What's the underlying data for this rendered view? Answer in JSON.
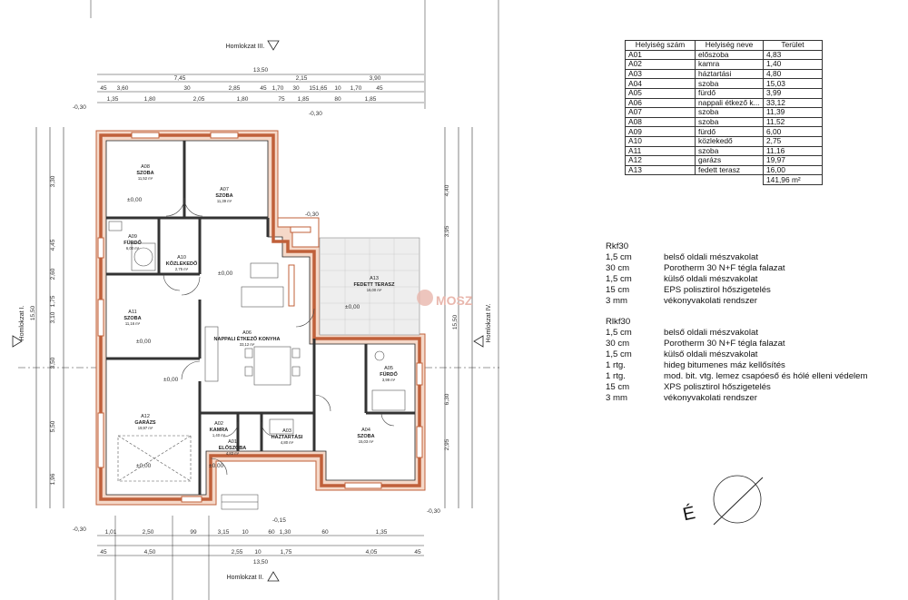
{
  "labels": {
    "elevation_top": "Homlokzat III.",
    "elevation_bottom": "Homlokzat II.",
    "elevation_left": "Homlokzat I.",
    "elevation_right": "Homlokzat IV."
  },
  "rooms": [
    {
      "code": "A08",
      "name": "SZOBA",
      "area": "11,52 m²"
    },
    {
      "code": "A07",
      "name": "SZOBA",
      "area": "11,39 m²"
    },
    {
      "code": "A09",
      "name": "FÜRDŐ",
      "area": "6,00 m²"
    },
    {
      "code": "A10",
      "name": "KÖZLEKEDŐ",
      "area": "2,75 m²"
    },
    {
      "code": "A11",
      "name": "SZOBA",
      "area": "11,16 m²"
    },
    {
      "code": "A06",
      "name": "NAPPALI ÉTKEZŐ KONYHA",
      "area": "33,12 m²"
    },
    {
      "code": "A13",
      "name": "FEDETT TERASZ",
      "area": "16,00 m²"
    },
    {
      "code": "A05",
      "name": "FÜRDŐ",
      "area": "3,99 m²"
    },
    {
      "code": "A12",
      "name": "GARÁZS",
      "area": "19,97 m²"
    },
    {
      "code": "A02",
      "name": "KAMRA",
      "area": "1,40 m²"
    },
    {
      "code": "A03",
      "name": "HÁZTARTÁSI",
      "area": "4,80 m²"
    },
    {
      "code": "A01",
      "name": "ELŐSZOBA",
      "area": "4,83 m²"
    },
    {
      "code": "A04",
      "name": "SZOBA",
      "area": "15,03 m²"
    }
  ],
  "dims": {
    "top_total": "13,50",
    "top_row2": [
      "7,45",
      "2,15",
      "3,90"
    ],
    "top_row3": [
      "45",
      "3,60",
      "30",
      "2,85",
      "45",
      "1,70",
      "30",
      "15",
      "1,65",
      "10",
      "1,70",
      "45"
    ],
    "top_row4": [
      "1,35",
      "1,80",
      "2,05",
      "1,80",
      "75",
      "1,85",
      "80",
      "1,85"
    ],
    "bottom_row1": [
      "1,01",
      "2,50",
      "99",
      "3,15",
      "10",
      "60",
      "1,30",
      "60",
      "1,35"
    ],
    "bottom_row2": [
      "45",
      "4,50",
      "2,55",
      "10",
      "1,75",
      "4,05",
      "45"
    ],
    "bottom_total": "13,50",
    "left_total": "15,50",
    "right_total": "15,50",
    "left_heights": [
      "3,30",
      "4,45",
      "2,60",
      "1,75",
      "3,10",
      "3,50",
      "5,50",
      "1,96"
    ],
    "right_heights": [
      "4,40",
      "3,95",
      "6,30",
      "2,95"
    ],
    "levels": [
      "-0,30",
      "±0,00",
      "-0,15"
    ]
  },
  "table": {
    "headers": [
      "Helyiség szám",
      "Helyiség neve",
      "Terület"
    ],
    "rows": [
      [
        "A01",
        "előszoba",
        "4,83"
      ],
      [
        "A02",
        "kamra",
        "1,40"
      ],
      [
        "A03",
        "háztartási",
        "4,80"
      ],
      [
        "A04",
        "szoba",
        "15,03"
      ],
      [
        "A05",
        "fürdő",
        "3,99"
      ],
      [
        "A06",
        "nappali étkező k...",
        "33,12"
      ],
      [
        "A07",
        "szoba",
        "11,39"
      ],
      [
        "A08",
        "szoba",
        "11,52"
      ],
      [
        "A09",
        "fürdő",
        "6,00"
      ],
      [
        "A10",
        "közlekedő",
        "2,75"
      ],
      [
        "A11",
        "szoba",
        "11,16"
      ],
      [
        "A12",
        "garázs",
        "19,97"
      ],
      [
        "A13",
        "fedett terasz",
        "16,00"
      ]
    ],
    "total": "141,96 m²"
  },
  "layer_sets": [
    {
      "title": "Rkf30",
      "rows": [
        [
          "1,5 cm",
          "belső oldali mészvakolat"
        ],
        [
          "30 cm",
          "Porotherm 30 N+F tégla falazat"
        ],
        [
          "1,5 cm",
          "külső oldali mészvakolat"
        ],
        [
          "15 cm",
          "EPS polisztirol hőszigetelés"
        ],
        [
          "3 mm",
          "vékonyvakolati rendszer"
        ]
      ]
    },
    {
      "title": "Rlkf30",
      "rows": [
        [
          "1,5 cm",
          "belső oldali mészvakolat"
        ],
        [
          "30 cm",
          "Porotherm 30 N+F tégla falazat"
        ],
        [
          "1,5 cm",
          "külső oldali mészvakolat"
        ],
        [
          "1 rtg.",
          "hideg bitumenes máz kellősítés"
        ],
        [
          "1 rtg.",
          "mod. bit. vtg. lemez csapóeső és hólé elleni védelem"
        ],
        [
          "15 cm",
          "XPS polisztirol hőszigetelés"
        ],
        [
          "3 mm",
          "vékonyvakolati rendszer"
        ]
      ]
    }
  ],
  "north_label": "É",
  "watermark": "MOSZ",
  "colors": {
    "wall": "#c0603a",
    "insulation": "#f5d8c8",
    "line": "#222",
    "dim": "#333"
  }
}
